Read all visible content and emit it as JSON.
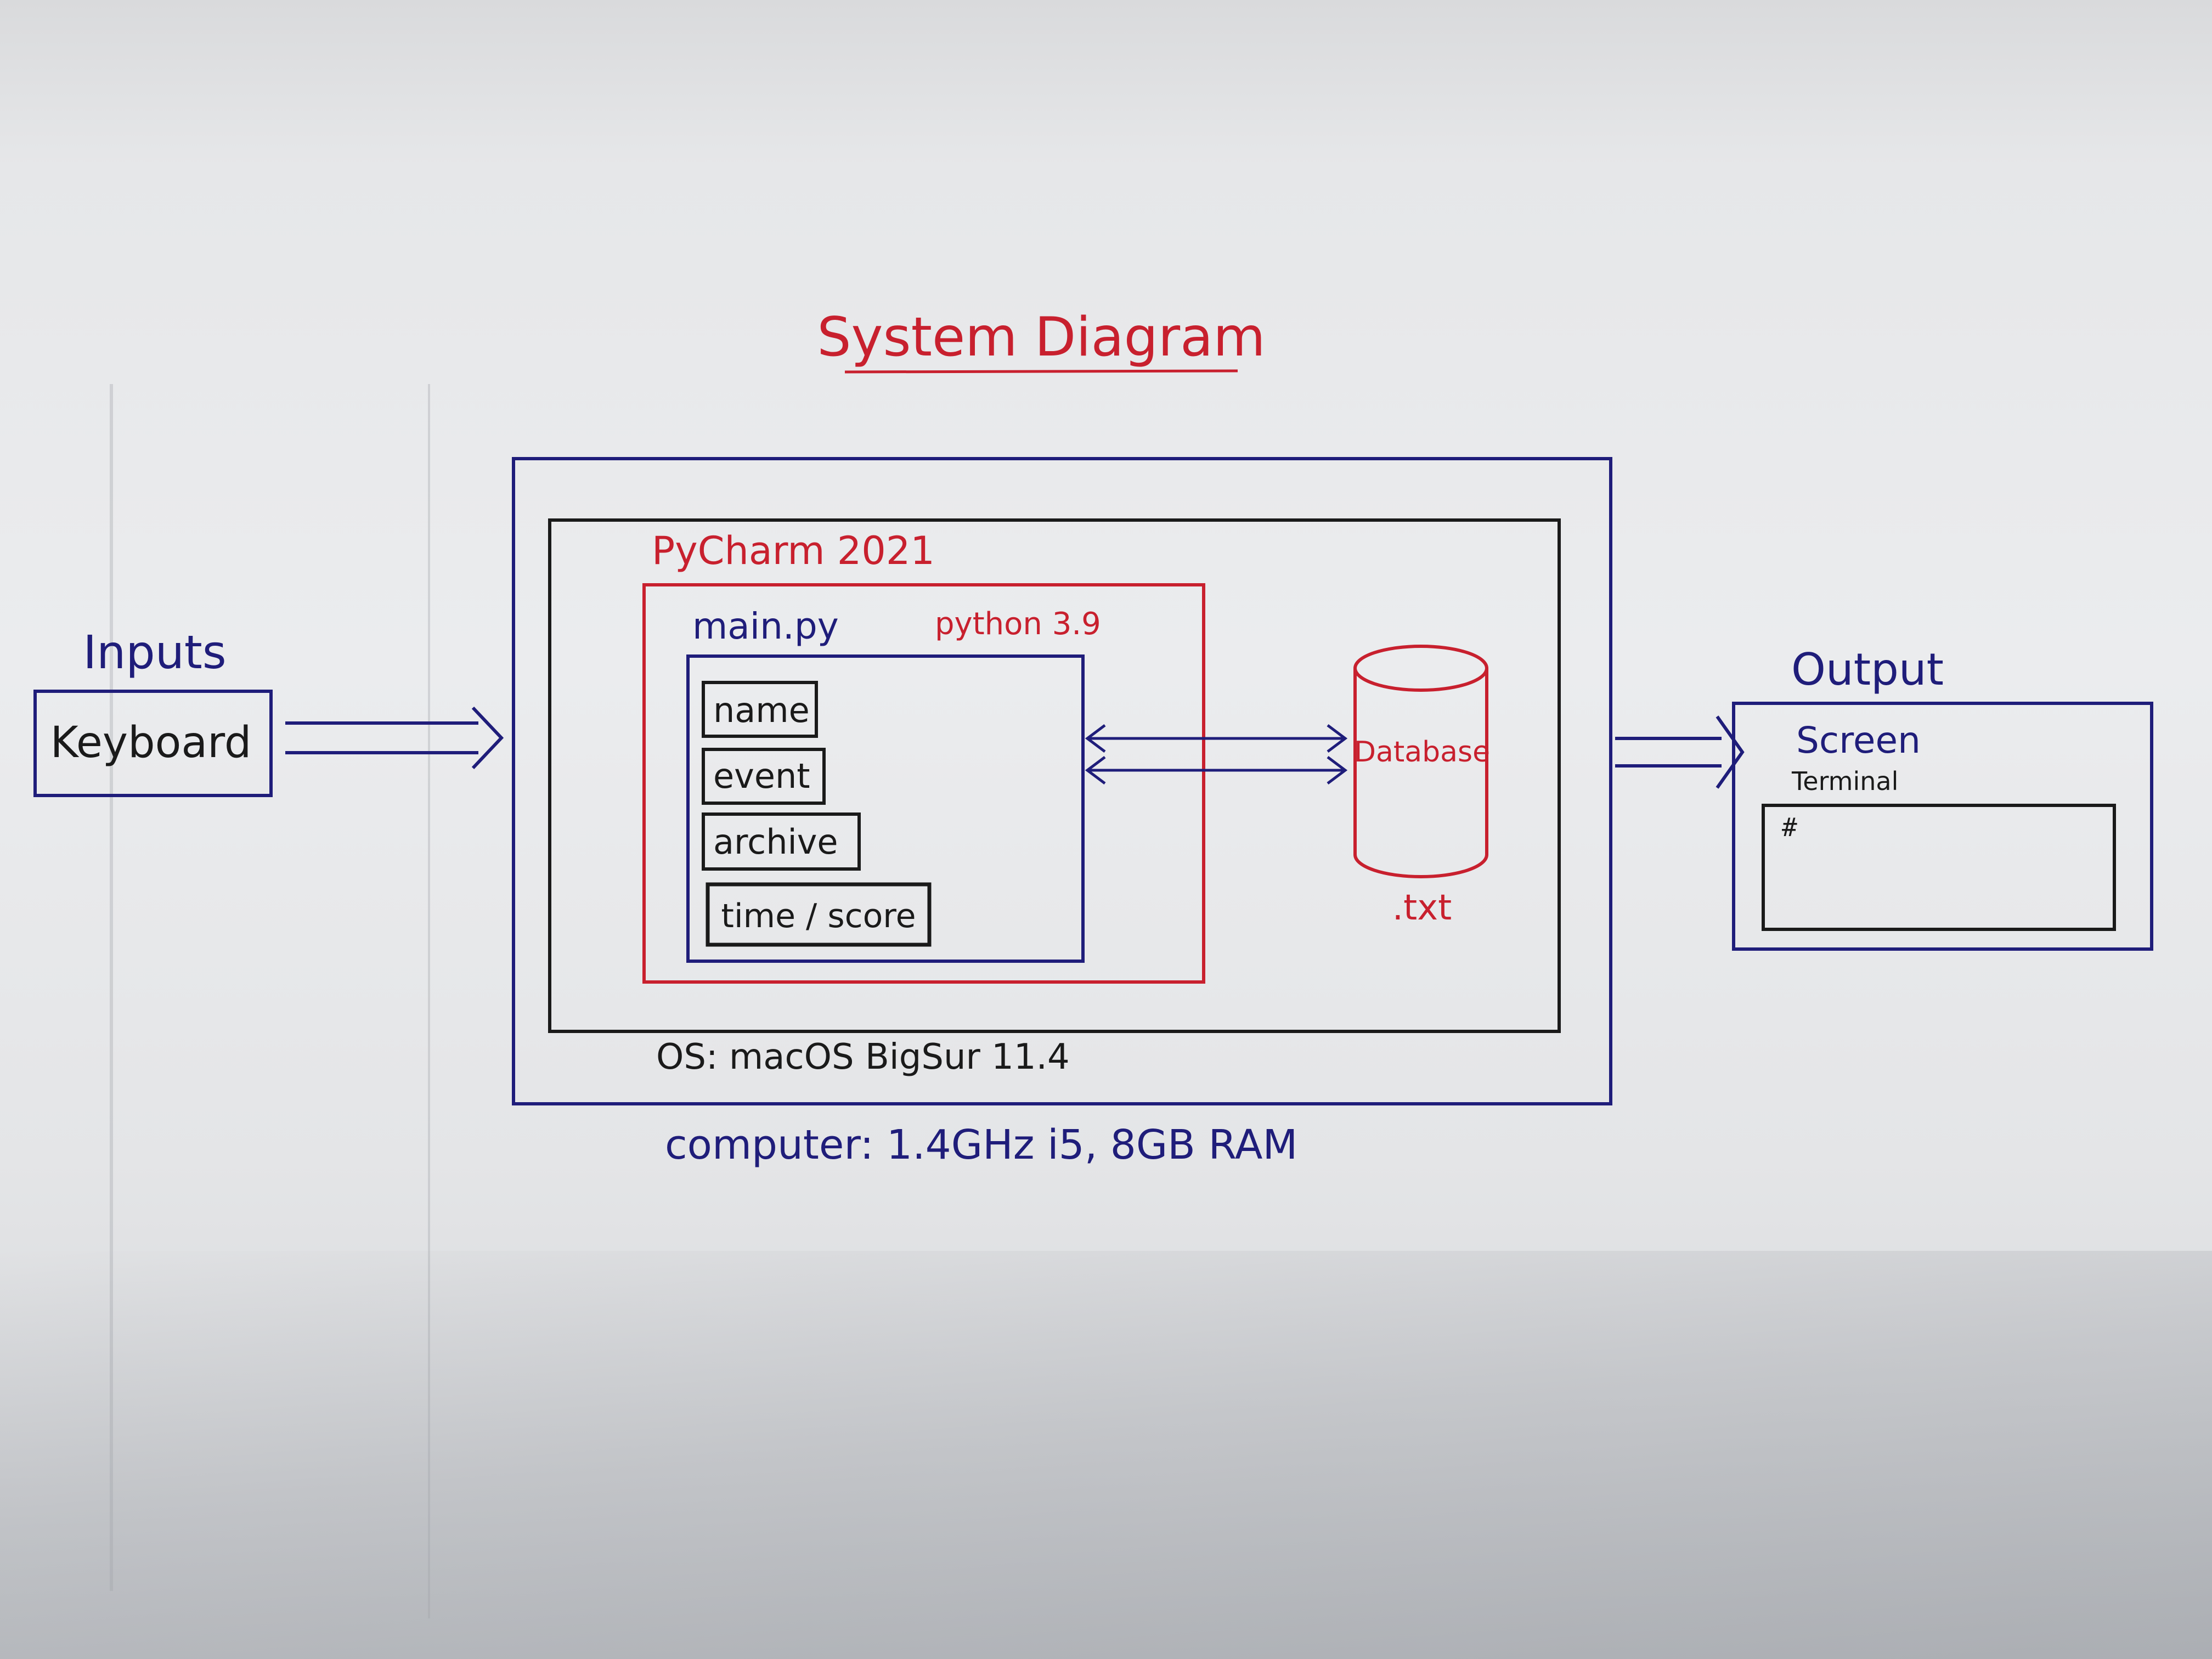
{
  "title": "System Diagram",
  "inputs": {
    "heading": "Inputs",
    "device": "Keyboard"
  },
  "ide": {
    "label": "PyCharm 2021",
    "file": "main.py",
    "language": "python 3.9"
  },
  "fields": [
    "name",
    "event",
    "archive",
    "time / score"
  ],
  "database": {
    "label": "Database",
    "format": ".txt"
  },
  "output": {
    "heading": "Output",
    "device": "Screen",
    "view": "Terminal",
    "prompt": "#"
  },
  "os_label": "OS: macOS BigSur 11.4",
  "computer_label": "computer: 1.4GHz i5, 8GB RAM",
  "colors": {
    "blue": "#1f1d7a",
    "red": "#c8202e",
    "black": "#1a1a1a"
  }
}
